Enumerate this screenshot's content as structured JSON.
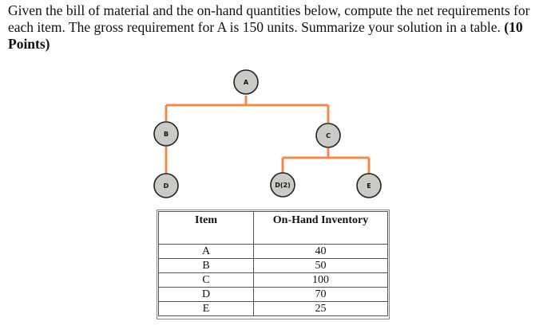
{
  "question": {
    "text": "Given the bill of material and the on-hand quantities below, compute the net requirements for each item. The gross requirement for A is 150 units. Summarize your solution in a table.",
    "points": "(10 Points)"
  },
  "bom": {
    "nodes": [
      "A",
      "B",
      "C",
      "D",
      "D(2)",
      "E"
    ]
  },
  "inventory_table": {
    "headers": [
      "Item",
      "On-Hand Inventory"
    ],
    "rows": [
      {
        "item": "A",
        "qty": "40"
      },
      {
        "item": "B",
        "qty": "50"
      },
      {
        "item": "C",
        "qty": "100"
      },
      {
        "item": "D",
        "qty": "70"
      },
      {
        "item": "E",
        "qty": "25"
      }
    ]
  },
  "colors": {
    "edge": "#f08a4b",
    "node": "#c9ccc6"
  }
}
